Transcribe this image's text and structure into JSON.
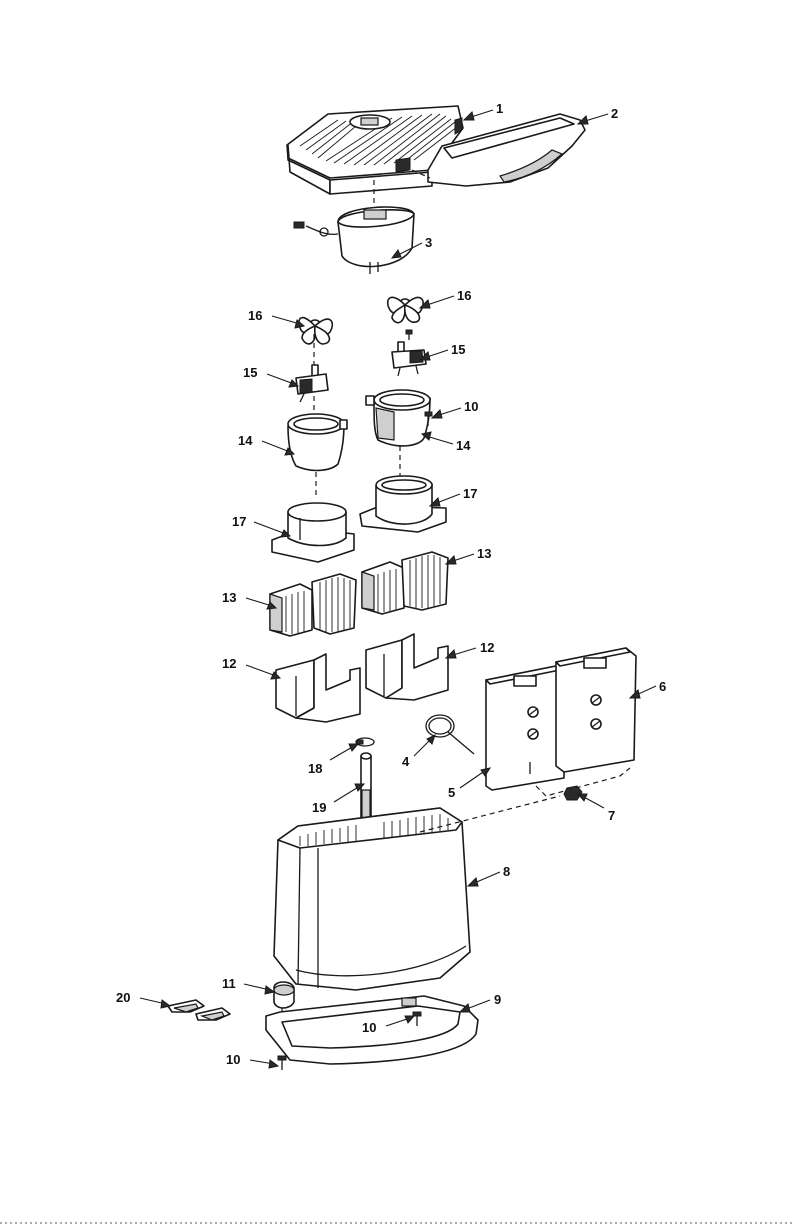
{
  "diagram": {
    "callouts": [
      {
        "id": "c1",
        "label": "1"
      },
      {
        "id": "c2",
        "label": "2"
      },
      {
        "id": "c3",
        "label": "3"
      },
      {
        "id": "c16a",
        "label": "16"
      },
      {
        "id": "c16b",
        "label": "16"
      },
      {
        "id": "c15a",
        "label": "15"
      },
      {
        "id": "c15b",
        "label": "15"
      },
      {
        "id": "c10a",
        "label": "10"
      },
      {
        "id": "c14a",
        "label": "14"
      },
      {
        "id": "c14b",
        "label": "14"
      },
      {
        "id": "c17a",
        "label": "17"
      },
      {
        "id": "c17b",
        "label": "17"
      },
      {
        "id": "c13a",
        "label": "13"
      },
      {
        "id": "c13b",
        "label": "13"
      },
      {
        "id": "c12a",
        "label": "12"
      },
      {
        "id": "c12b",
        "label": "12"
      },
      {
        "id": "c6",
        "label": "6"
      },
      {
        "id": "c18",
        "label": "18"
      },
      {
        "id": "c4",
        "label": "4"
      },
      {
        "id": "c5",
        "label": "5"
      },
      {
        "id": "c19",
        "label": "19"
      },
      {
        "id": "c7",
        "label": "7"
      },
      {
        "id": "c8",
        "label": "8"
      },
      {
        "id": "c11",
        "label": "11"
      },
      {
        "id": "c9",
        "label": "9"
      },
      {
        "id": "c20",
        "label": "20"
      },
      {
        "id": "c10b",
        "label": "10"
      },
      {
        "id": "c10c",
        "label": "10"
      }
    ]
  }
}
